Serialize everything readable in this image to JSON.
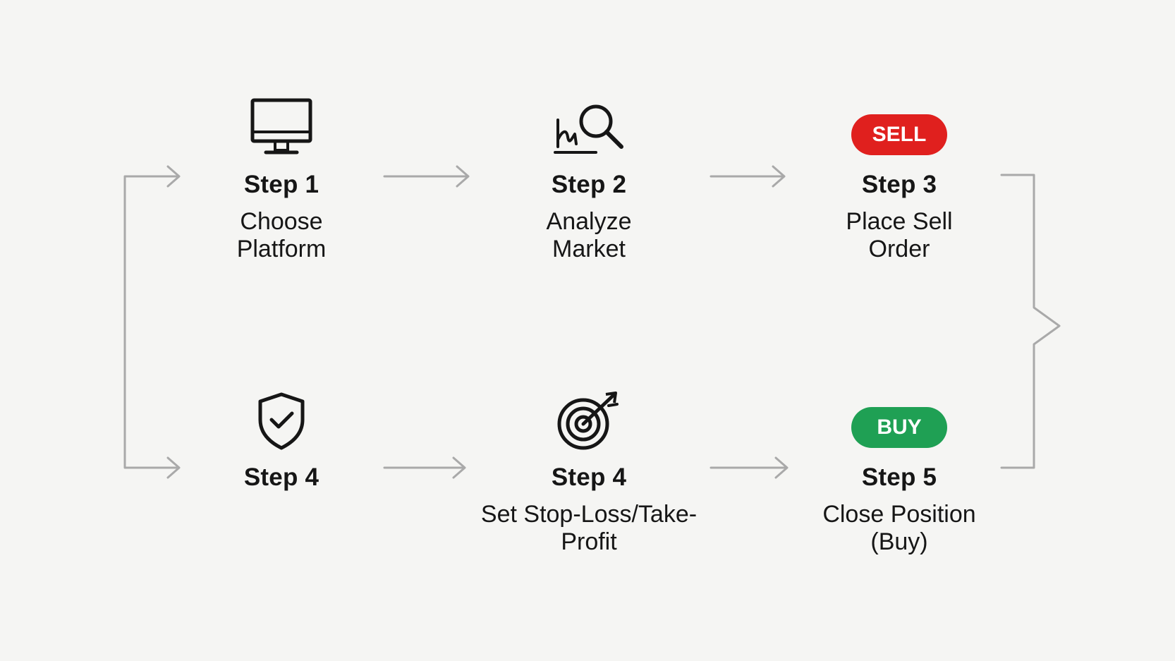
{
  "colors": {
    "background": "#f5f5f3",
    "text": "#161616",
    "connector": "#a9a9a9",
    "sell": "#e0201e",
    "buy": "#1fa054"
  },
  "steps": [
    {
      "icon": "monitor-icon",
      "title": "Step 1",
      "desc": "Choose\nPlatform"
    },
    {
      "icon": "chart-search-icon",
      "title": "Step 2",
      "desc": "Analyze\nMarket"
    },
    {
      "icon": "sell-badge",
      "badge": "SELL",
      "title": "Step 3",
      "desc": "Place Sell\nOrder"
    },
    {
      "icon": "shield-check-icon",
      "title": "Step 4",
      "desc": ""
    },
    {
      "icon": "target-arrow-icon",
      "title": "Step 4",
      "desc": "Set Stop-Loss/Take-\nProfit"
    },
    {
      "icon": "buy-badge",
      "badge": "BUY",
      "title": "Step 5",
      "desc": "Close Position\n(Buy)"
    }
  ]
}
